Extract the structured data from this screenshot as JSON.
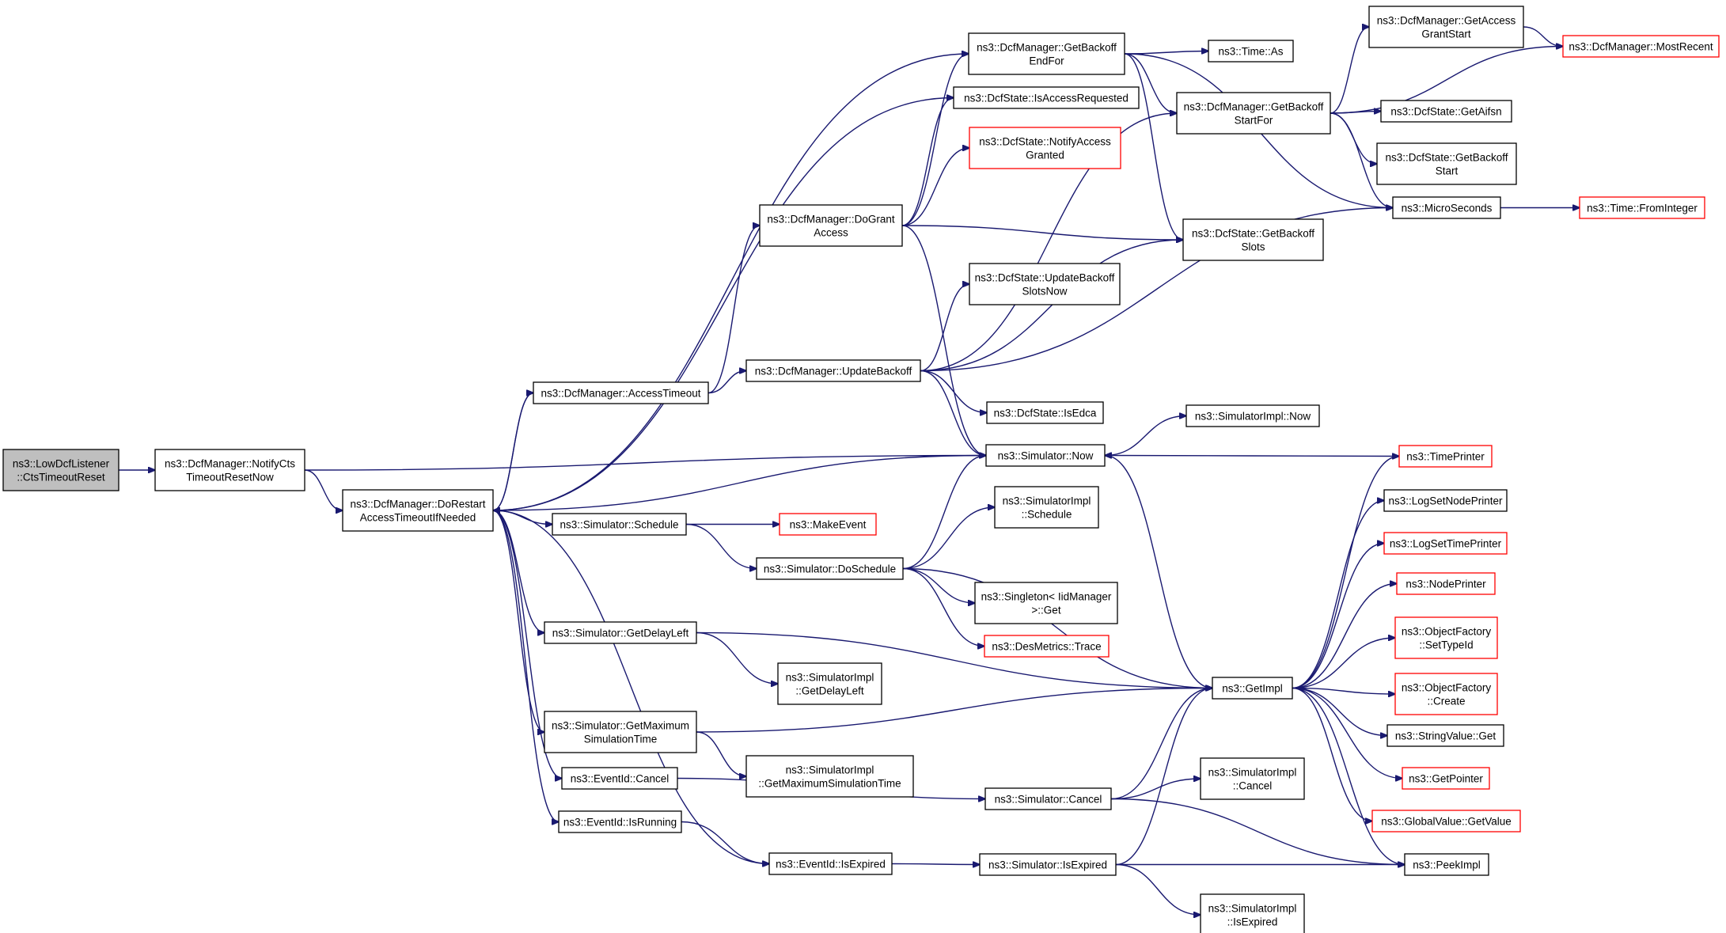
{
  "diagram": {
    "nodes": [
      {
        "id": "root",
        "lines": [
          "ns3::LowDcfListener",
          "::CtsTimeoutReset"
        ],
        "color": "gray"
      },
      {
        "id": "notify",
        "lines": [
          "ns3::DcfManager::NotifyCts",
          "TimeoutResetNow"
        ],
        "color": "black"
      },
      {
        "id": "dorestart",
        "lines": [
          "ns3::DcfManager::DoRestart",
          "AccessTimeoutIfNeeded"
        ],
        "color": "black"
      },
      {
        "id": "accesstimeout",
        "lines": [
          "ns3::DcfManager::AccessTimeout"
        ],
        "color": "black"
      },
      {
        "id": "schedule",
        "lines": [
          "ns3::Simulator::Schedule"
        ],
        "color": "black"
      },
      {
        "id": "getdelayleft",
        "lines": [
          "ns3::Simulator::GetDelayLeft"
        ],
        "color": "black"
      },
      {
        "id": "getmaxsim",
        "lines": [
          "ns3::Simulator::GetMaximum",
          "SimulationTime"
        ],
        "color": "black"
      },
      {
        "id": "eventcancel",
        "lines": [
          "ns3::EventId::Cancel"
        ],
        "color": "black"
      },
      {
        "id": "eventisrunning",
        "lines": [
          "ns3::EventId::IsRunning"
        ],
        "color": "black"
      },
      {
        "id": "eventisexpired",
        "lines": [
          "ns3::EventId::IsExpired"
        ],
        "color": "black"
      },
      {
        "id": "dogrant",
        "lines": [
          "ns3::DcfManager::DoGrant",
          "Access"
        ],
        "color": "black"
      },
      {
        "id": "updatebackoff",
        "lines": [
          "ns3::DcfManager::UpdateBackoff"
        ],
        "color": "black"
      },
      {
        "id": "makeevent",
        "lines": [
          "ns3::MakeEvent"
        ],
        "color": "red"
      },
      {
        "id": "doschedule",
        "lines": [
          "ns3::Simulator::DoSchedule"
        ],
        "color": "black"
      },
      {
        "id": "simimplgetdelay",
        "lines": [
          "ns3::SimulatorImpl",
          "::GetDelayLeft"
        ],
        "color": "black"
      },
      {
        "id": "simimplgetmax",
        "lines": [
          "ns3::SimulatorImpl",
          "::GetMaximumSimulationTime"
        ],
        "color": "black"
      },
      {
        "id": "simcancel",
        "lines": [
          "ns3::Simulator::Cancel"
        ],
        "color": "black"
      },
      {
        "id": "simisexpired",
        "lines": [
          "ns3::Simulator::IsExpired"
        ],
        "color": "black"
      },
      {
        "id": "getbackoffend",
        "lines": [
          "ns3::DcfManager::GetBackoff",
          "EndFor"
        ],
        "color": "black"
      },
      {
        "id": "isaccessrequested",
        "lines": [
          "ns3::DcfState::IsAccessRequested"
        ],
        "color": "black"
      },
      {
        "id": "notifyaccessgranted",
        "lines": [
          "ns3::DcfState::NotifyAccess",
          "Granted"
        ],
        "color": "red"
      },
      {
        "id": "updatebackoffslots",
        "lines": [
          "ns3::DcfState::UpdateBackoff",
          "SlotsNow"
        ],
        "color": "black"
      },
      {
        "id": "isedca",
        "lines": [
          "ns3::DcfState::IsEdca"
        ],
        "color": "black"
      },
      {
        "id": "simnow",
        "lines": [
          "ns3::Simulator::Now"
        ],
        "color": "black"
      },
      {
        "id": "simimplschedule",
        "lines": [
          "ns3::SimulatorImpl",
          "::Schedule"
        ],
        "color": "black"
      },
      {
        "id": "singleton",
        "lines": [
          "ns3::Singleton< IidManager",
          ">::Get"
        ],
        "color": "black"
      },
      {
        "id": "desmetrics",
        "lines": [
          "ns3::DesMetrics::Trace"
        ],
        "color": "red"
      },
      {
        "id": "timeas",
        "lines": [
          "ns3::Time::As"
        ],
        "color": "black"
      },
      {
        "id": "getbackoffstart",
        "lines": [
          "ns3::DcfManager::GetBackoff",
          "StartFor"
        ],
        "color": "black"
      },
      {
        "id": "getbackoffslots",
        "lines": [
          "ns3::DcfState::GetBackoff",
          "Slots"
        ],
        "color": "black"
      },
      {
        "id": "simimplnow",
        "lines": [
          "ns3::SimulatorImpl::Now"
        ],
        "color": "black"
      },
      {
        "id": "getimpl",
        "lines": [
          "ns3::GetImpl"
        ],
        "color": "black"
      },
      {
        "id": "simimplcancel",
        "lines": [
          "ns3::SimulatorImpl",
          "::Cancel"
        ],
        "color": "black"
      },
      {
        "id": "simimplisexpired",
        "lines": [
          "ns3::SimulatorImpl",
          "::IsExpired"
        ],
        "color": "black"
      },
      {
        "id": "getaccessgrantstart",
        "lines": [
          "ns3::DcfManager::GetAccess",
          "GrantStart"
        ],
        "color": "black"
      },
      {
        "id": "getaifsn",
        "lines": [
          "ns3::DcfState::GetAifsn"
        ],
        "color": "black"
      },
      {
        "id": "getbackoffstartstate",
        "lines": [
          "ns3::DcfState::GetBackoff",
          "Start"
        ],
        "color": "black"
      },
      {
        "id": "microseconds",
        "lines": [
          "ns3::MicroSeconds"
        ],
        "color": "black"
      },
      {
        "id": "timeprinter",
        "lines": [
          "ns3::TimePrinter"
        ],
        "color": "red"
      },
      {
        "id": "logsetnodeprinter",
        "lines": [
          "ns3::LogSetNodePrinter"
        ],
        "color": "black"
      },
      {
        "id": "logsettimeprinter",
        "lines": [
          "ns3::LogSetTimePrinter"
        ],
        "color": "red"
      },
      {
        "id": "nodeprinter",
        "lines": [
          "ns3::NodePrinter"
        ],
        "color": "red"
      },
      {
        "id": "objfactsettypeid",
        "lines": [
          "ns3::ObjectFactory",
          "::SetTypeId"
        ],
        "color": "red"
      },
      {
        "id": "objfactcreate",
        "lines": [
          "ns3::ObjectFactory",
          "::Create"
        ],
        "color": "red"
      },
      {
        "id": "stringvalueget",
        "lines": [
          "ns3::StringValue::Get"
        ],
        "color": "black"
      },
      {
        "id": "getpointer",
        "lines": [
          "ns3::GetPointer"
        ],
        "color": "red"
      },
      {
        "id": "globalvalueget",
        "lines": [
          "ns3::GlobalValue::GetValue"
        ],
        "color": "red"
      },
      {
        "id": "peekimpl",
        "lines": [
          "ns3::PeekImpl"
        ],
        "color": "black"
      },
      {
        "id": "mostrecent",
        "lines": [
          "ns3::DcfManager::MostRecent"
        ],
        "color": "red"
      },
      {
        "id": "fromint",
        "lines": [
          "ns3::Time::FromInteger"
        ],
        "color": "red"
      }
    ],
    "edges": [
      [
        "root",
        "notify"
      ],
      [
        "notify",
        "dorestart"
      ],
      [
        "notify",
        "simnow"
      ],
      [
        "dorestart",
        "accesstimeout"
      ],
      [
        "dorestart",
        "schedule"
      ],
      [
        "dorestart",
        "getdelayleft"
      ],
      [
        "dorestart",
        "getmaxsim"
      ],
      [
        "dorestart",
        "eventcancel"
      ],
      [
        "dorestart",
        "eventisrunning"
      ],
      [
        "dorestart",
        "eventisexpired"
      ],
      [
        "dorestart",
        "getbackoffend"
      ],
      [
        "dorestart",
        "isaccessrequested"
      ],
      [
        "dorestart",
        "simnow"
      ],
      [
        "accesstimeout",
        "dorestart"
      ],
      [
        "accesstimeout",
        "dogrant"
      ],
      [
        "accesstimeout",
        "updatebackoff"
      ],
      [
        "dogrant",
        "getbackoffend"
      ],
      [
        "dogrant",
        "isaccessrequested"
      ],
      [
        "dogrant",
        "notifyaccessgranted"
      ],
      [
        "dogrant",
        "getbackoffslots"
      ],
      [
        "dogrant",
        "simnow"
      ],
      [
        "updatebackoff",
        "updatebackoffslots"
      ],
      [
        "updatebackoff",
        "getbackoffstart"
      ],
      [
        "updatebackoff",
        "getbackoffslots"
      ],
      [
        "updatebackoff",
        "isedca"
      ],
      [
        "updatebackoff",
        "simnow"
      ],
      [
        "updatebackoff",
        "microseconds"
      ],
      [
        "schedule",
        "makeevent"
      ],
      [
        "schedule",
        "doschedule"
      ],
      [
        "doschedule",
        "simnow"
      ],
      [
        "doschedule",
        "simimplschedule"
      ],
      [
        "doschedule",
        "singleton"
      ],
      [
        "doschedule",
        "desmetrics"
      ],
      [
        "doschedule",
        "getimpl"
      ],
      [
        "getdelayleft",
        "simimplgetdelay"
      ],
      [
        "getdelayleft",
        "getimpl"
      ],
      [
        "getmaxsim",
        "simimplgetmax"
      ],
      [
        "getmaxsim",
        "getimpl"
      ],
      [
        "eventcancel",
        "simcancel"
      ],
      [
        "eventisrunning",
        "eventisexpired"
      ],
      [
        "eventisexpired",
        "simisexpired"
      ],
      [
        "simcancel",
        "simimplcancel"
      ],
      [
        "simcancel",
        "getimpl"
      ],
      [
        "simcancel",
        "peekimpl"
      ],
      [
        "simisexpired",
        "simimplisexpired"
      ],
      [
        "simisexpired",
        "getimpl"
      ],
      [
        "simisexpired",
        "peekimpl"
      ],
      [
        "getbackoffend",
        "timeas"
      ],
      [
        "getbackoffend",
        "getbackoffstart"
      ],
      [
        "getbackoffend",
        "getbackoffslots"
      ],
      [
        "getbackoffend",
        "microseconds"
      ],
      [
        "getbackoffstart",
        "getaccessgrantstart"
      ],
      [
        "getbackoffstart",
        "mostrecent"
      ],
      [
        "getbackoffstart",
        "getaifsn"
      ],
      [
        "getbackoffstart",
        "getbackoffstartstate"
      ],
      [
        "getbackoffstart",
        "microseconds"
      ],
      [
        "getaccessgrantstart",
        "mostrecent"
      ],
      [
        "simnow",
        "simimplnow"
      ],
      [
        "simnow",
        "getimpl"
      ],
      [
        "timeprinter",
        "simnow"
      ],
      [
        "getimpl",
        "timeprinter"
      ],
      [
        "getimpl",
        "logsetnodeprinter"
      ],
      [
        "getimpl",
        "logsettimeprinter"
      ],
      [
        "getimpl",
        "nodeprinter"
      ],
      [
        "getimpl",
        "objfactsettypeid"
      ],
      [
        "getimpl",
        "objfactcreate"
      ],
      [
        "getimpl",
        "stringvalueget"
      ],
      [
        "getimpl",
        "getpointer"
      ],
      [
        "getimpl",
        "globalvalueget"
      ],
      [
        "getimpl",
        "peekimpl"
      ],
      [
        "microseconds",
        "fromint"
      ]
    ]
  }
}
